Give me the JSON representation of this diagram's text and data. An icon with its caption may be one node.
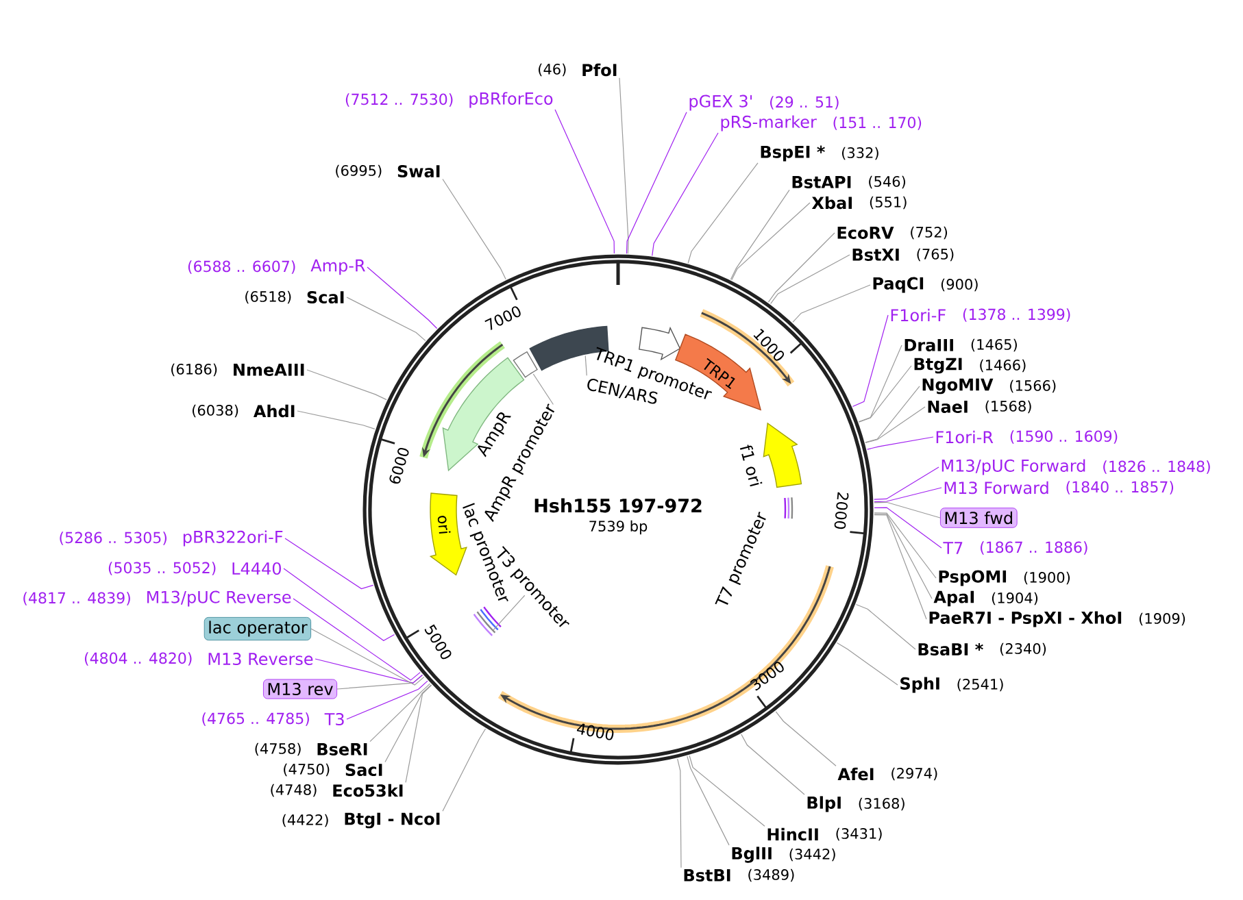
{
  "diagram": {
    "nodes": [
      {
        "text": [
          "PfoI"
        ],
        "beside": [
          "(46)"
        ]
      },
      {
        "text": [
          "pBRforEco"
        ],
        "beside": [
          "(7512 .. 7530)"
        ]
      },
      {
        "text": [
          "pGEX 3'"
        ],
        "beside": [
          "(29 .. 51)"
        ]
      },
      {
        "text": [
          "pRS-marker"
        ],
        "beside": [
          "(151 .. 170)"
        ]
      },
      {
        "text": [
          "BspEI *"
        ],
        "beside": [
          "(332)"
        ]
      },
      {
        "text": [
          "BstAPI"
        ],
        "beside": [
          "(546)"
        ]
      },
      {
        "text": [
          "XbaI"
        ],
        "beside": [
          "(551)"
        ]
      },
      {
        "text": [
          "EcoRV"
        ],
        "beside": [
          "(752)"
        ]
      },
      {
        "text": [
          "BstXI"
        ],
        "beside": [
          "(765)"
        ]
      },
      {
        "text": [
          "PaqCI"
        ],
        "beside": [
          "(900)"
        ]
      },
      {
        "text": [
          "F1ori-F"
        ],
        "beside": [
          "(1378 .. 1399)"
        ]
      },
      {
        "text": [
          "DraIII"
        ],
        "beside": [
          "(1465)"
        ]
      },
      {
        "text": [
          "BtgZI"
        ],
        "beside": [
          "(1466)"
        ]
      },
      {
        "text": [
          "NgoMIV"
        ],
        "beside": [
          "(1566)"
        ]
      },
      {
        "text": [
          "NaeI"
        ],
        "beside": [
          "(1568)"
        ]
      },
      {
        "text": [
          "F1ori-R"
        ],
        "beside": [
          "(1590 .. 1609)"
        ]
      },
      {
        "text": [
          "M13/pUC Forward"
        ],
        "beside": [
          "(1826 .. 1848)"
        ]
      },
      {
        "text": [
          "M13 Forward"
        ],
        "beside": [
          "(1840 .. 1857)"
        ]
      },
      {
        "text": [
          "M13 fwd"
        ]
      },
      {
        "text": [
          "T7"
        ],
        "beside": [
          "(1867 .. 1886)"
        ]
      },
      {
        "text": [
          "PspOMI"
        ],
        "beside": [
          "(1900)"
        ]
      },
      {
        "text": [
          "ApaI"
        ],
        "beside": [
          "(1904)"
        ]
      },
      {
        "text": [
          "PaeR7I - PspXI - XhoI"
        ],
        "beside": [
          "(1909)"
        ]
      },
      {
        "text": [
          "BsaBI *"
        ],
        "beside": [
          "(2340)"
        ]
      },
      {
        "text": [
          "SphI"
        ],
        "beside": [
          "(2541)"
        ]
      },
      {
        "text": [
          "AfeI"
        ],
        "beside": [
          "(2974)"
        ]
      },
      {
        "text": [
          "BlpI"
        ],
        "beside": [
          "(3168)"
        ]
      },
      {
        "text": [
          "HincII"
        ],
        "beside": [
          "(3431)"
        ]
      },
      {
        "text": [
          "BglII"
        ],
        "beside": [
          "(3442)"
        ]
      },
      {
        "text": [
          "BstBI"
        ],
        "beside": [
          "(3489)"
        ]
      },
      {
        "text": [
          "BtgI - NcoI"
        ],
        "beside": [
          "(4422)"
        ]
      },
      {
        "text": [
          "Eco53kI"
        ],
        "beside": [
          "(4748)"
        ]
      },
      {
        "text": [
          "SacI"
        ],
        "beside": [
          "(4750)"
        ]
      },
      {
        "text": [
          "BseRI"
        ],
        "beside": [
          "(4758)"
        ]
      },
      {
        "text": [
          "T3"
        ],
        "beside": [
          "(4765 .. 4785)"
        ]
      },
      {
        "text": [
          "M13 rev"
        ]
      },
      {
        "text": [
          "M13 Reverse"
        ],
        "beside": [
          "(4804 .. 4820)"
        ]
      },
      {
        "text": [
          "lac operator"
        ]
      },
      {
        "text": [
          "M13/pUC Reverse"
        ],
        "beside": [
          "(4817 .. 4839)"
        ]
      },
      {
        "text": [
          "L4440"
        ],
        "beside": [
          "(5035 .. 5052)"
        ]
      },
      {
        "text": [
          "pBR322ori-F"
        ],
        "beside": [
          "(5286 .. 5305)"
        ]
      },
      {
        "text": [
          "AhdI"
        ],
        "beside": [
          "(6038)"
        ]
      },
      {
        "text": [
          "NmeAIII"
        ],
        "beside": [
          "(6186)"
        ]
      },
      {
        "text": [
          "ScaI"
        ],
        "beside": [
          "(6518)"
        ]
      },
      {
        "text": [
          "Amp-R"
        ],
        "beside": [
          "(6588 .. 6607)"
        ]
      },
      {
        "text": [
          "SwaI"
        ],
        "beside": [
          "(6995)"
        ]
      },
      {
        "text": [],
        "shape": "box"
      },
      {
        "text": [
          "CEN/ARS"
        ]
      },
      {
        "text": [],
        "shape": "arrow",
        "beside": [
          "TRP1 promoter"
        ]
      },
      {
        "text": [
          "TRP1"
        ]
      },
      {
        "text": [],
        "shape": "arrow",
        "beside": [
          "f1 ori"
        ]
      },
      {
        "text": [],
        "shape": "arrow",
        "beside": [
          "AmpR"
        ]
      },
      {
        "text": [],
        "shape": "box"
      },
      {
        "text": [
          "AmpR promoter"
        ]
      },
      {
        "text": [
          "ori"
        ]
      },
      {
        "text": [],
        "shape": "bar"
      },
      {
        "text": [
          "T3 promoter"
        ]
      }
    ],
    "edges": [
      {
        "from": 0,
        "to": null,
        "arrow": "none"
      },
      {
        "from": 1,
        "to": null,
        "arrow": "none",
        "color": "#a020f0"
      },
      {
        "from": 2,
        "to": null,
        "arrow": "none",
        "color": "#a020f0"
      },
      {
        "from": 3,
        "to": null,
        "arrow": "none",
        "color": "#a020f0"
      },
      {
        "from": 4,
        "to": null,
        "arrow": "none"
      },
      {
        "from": 5,
        "to": null,
        "arrow": "none"
      },
      {
        "from": 6,
        "to": null,
        "arrow": "none"
      },
      {
        "from": 7,
        "to": null,
        "arrow": "none"
      },
      {
        "from": 8,
        "to": null,
        "arrow": "none"
      },
      {
        "from": 9,
        "to": null,
        "arrow": "none"
      },
      {
        "from": 10,
        "to": null,
        "arrow": "none",
        "color": "#a020f0"
      },
      {
        "from": 11,
        "to": null,
        "arrow": "none"
      },
      {
        "from": 12,
        "to": null,
        "arrow": "none"
      },
      {
        "from": 13,
        "to": null,
        "arrow": "none"
      },
      {
        "from": 14,
        "to": null,
        "arrow": "none"
      },
      {
        "from": 15,
        "to": null,
        "arrow": "none",
        "color": "#a020f0"
      },
      {
        "from": 16,
        "to": null,
        "arrow": "none",
        "color": "#a020f0"
      },
      {
        "from": 17,
        "to": null,
        "arrow": "none",
        "color": "#a020f0"
      },
      {
        "from": 18,
        "to": null,
        "arrow": "none"
      },
      {
        "from": 19,
        "to": null,
        "arrow": "none",
        "color": "#a020f0"
      },
      {
        "from": 20,
        "to": null,
        "arrow": "none"
      },
      {
        "from": 21,
        "to": null,
        "arrow": "none"
      },
      {
        "from": 22,
        "to": null,
        "arrow": "none"
      },
      {
        "from": 23,
        "to": null,
        "arrow": "none"
      },
      {
        "from": 24,
        "to": null,
        "arrow": "none"
      },
      {
        "from": 25,
        "to": null,
        "arrow": "none"
      },
      {
        "from": 26,
        "to": null,
        "arrow": "none"
      },
      {
        "from": 27,
        "to": null,
        "arrow": "none"
      },
      {
        "from": 28,
        "to": null,
        "arrow": "none"
      },
      {
        "from": 29,
        "to": null,
        "arrow": "none"
      },
      {
        "from": 30,
        "to": null,
        "arrow": "none"
      },
      {
        "from": 31,
        "to": null,
        "arrow": "none"
      },
      {
        "from": 32,
        "to": null,
        "arrow": "none"
      },
      {
        "from": 33,
        "to": null,
        "arrow": "none"
      },
      {
        "from": 34,
        "to": null,
        "arrow": "none",
        "color": "#a020f0"
      },
      {
        "from": 35,
        "to": null,
        "arrow": "none"
      },
      {
        "from": 36,
        "to": null,
        "arrow": "none",
        "color": "#a020f0"
      },
      {
        "from": 37,
        "to": null,
        "arrow": "none"
      },
      {
        "from": 38,
        "to": null,
        "arrow": "none",
        "color": "#a020f0"
      },
      {
        "from": 39,
        "to": null,
        "arrow": "none",
        "color": "#a020f0"
      },
      {
        "from": 40,
        "to": null,
        "arrow": "none",
        "color": "#a020f0"
      },
      {
        "from": 41,
        "to": null,
        "arrow": "none"
      },
      {
        "from": 42,
        "to": null,
        "arrow": "none"
      },
      {
        "from": 43,
        "to": null,
        "arrow": "none"
      },
      {
        "from": 44,
        "to": null,
        "arrow": "none",
        "color": "#a020f0"
      },
      {
        "from": 45,
        "to": null,
        "arrow": "none"
      },
      {
        "from": 47,
        "to": 46,
        "arrow": "none"
      },
      {
        "from": 53,
        "to": 52,
        "arrow": "none"
      },
      {
        "from": 56,
        "to": 55,
        "arrow": "none"
      }
    ],
    "labels": [
      "Hsh155 197-972",
      "7539 bp",
      "1000",
      "2000",
      "3000",
      "4000",
      "5000",
      "6000",
      "7000",
      "lac promoter",
      "T7 promoter"
    ]
  }
}
